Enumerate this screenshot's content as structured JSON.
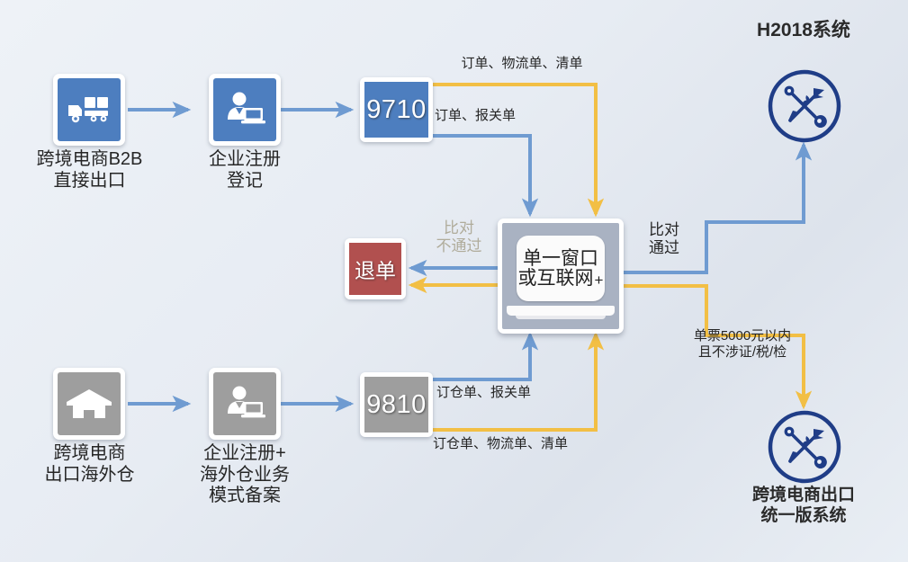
{
  "diagram": {
    "title_top_right": "H2018系统",
    "nodes": {
      "b2b_icon_label": "跨境电商B2B\n直接出口",
      "b2b_icon_line1": "跨境电商B2B",
      "b2b_icon_line2": "直接出口",
      "reg1_line1": "企业注册",
      "reg1_line2": "登记",
      "code_9710": "9710",
      "overseas_line1": "跨境电商",
      "overseas_line2": "出口海外仓",
      "reg2_line1": "企业注册+",
      "reg2_line2": "海外仓业务",
      "reg2_line3": "模式备案",
      "code_9810": "9810",
      "center_line1": "单一窗口",
      "center_line2": "或互联网",
      "center_plus": "+",
      "reject": "退单",
      "bottom_sys_line1": "跨境电商出口",
      "bottom_sys_line2": "统一版系统"
    },
    "edge_labels": {
      "top_orange": "订单、物流单、清单",
      "top_blue": "订单、报关单",
      "bottom_blue": "订仓单、报关单",
      "bottom_orange": "订仓单、物流单、清单",
      "fail_line1": "比对",
      "fail_line2": "不通过",
      "pass_line1": "比对",
      "pass_line2": "通过",
      "threshold_line1": "单票5000元以内",
      "threshold_line2": "且不涉证/税/检"
    },
    "icons": {
      "truck": "truck-icon",
      "warehouse": "warehouse-icon",
      "person_registration": "person-computer-icon",
      "laptop": "laptop-icon",
      "customs_emblem": "customs-emblem-icon"
    },
    "colors": {
      "blue_fill": "#4d7ebf",
      "gray_fill": "#9e9e9e",
      "reject_red": "#b1504f",
      "edge_blue": "#6f9bd1",
      "edge_orange": "#f2bf45",
      "center_gray": "#a9b2c2",
      "emblem_navy": "#1f3d87",
      "muted_text": "#b0ac9b",
      "background": "#e7ecf3"
    }
  }
}
